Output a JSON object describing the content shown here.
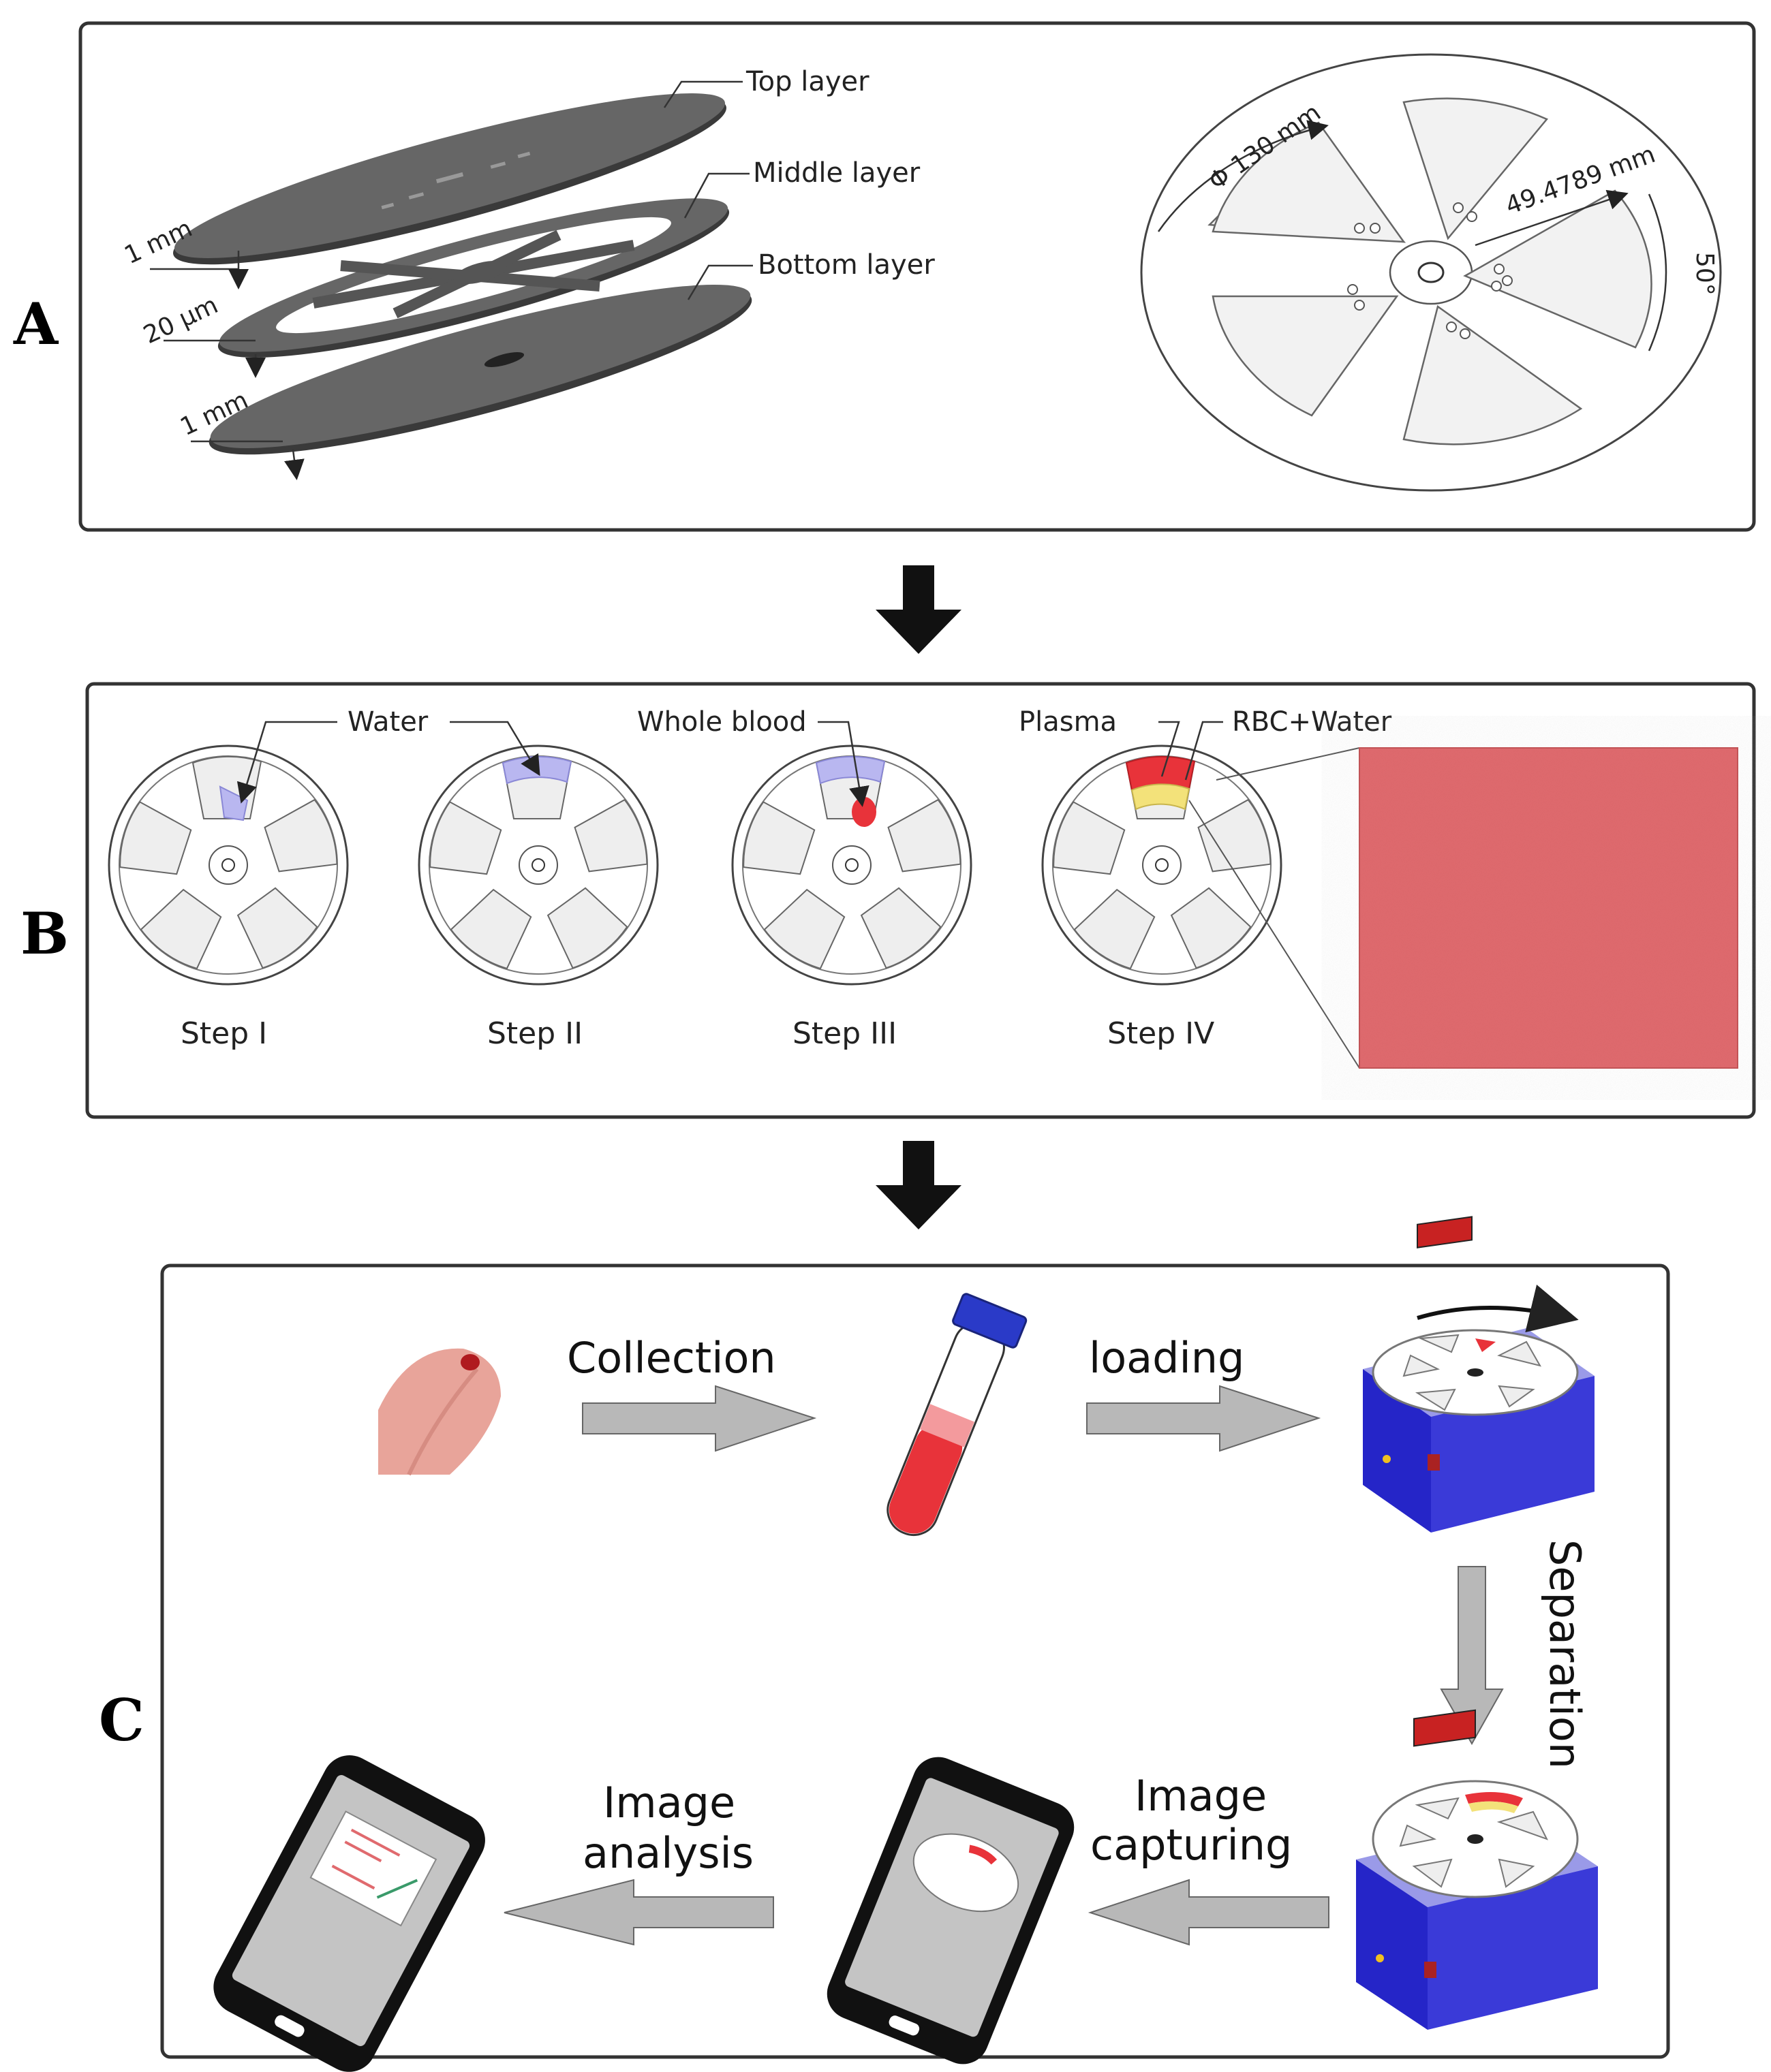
{
  "panels": {
    "a": {
      "letter": "A"
    },
    "b": {
      "letter": "B"
    },
    "c": {
      "letter": "C"
    }
  },
  "layers": {
    "top": "Top layer",
    "middle": "Middle layer",
    "bottom": "Bottom layer",
    "dim_top": "1 mm",
    "dim_middle": "20 µm",
    "dim_bottom": "1 mm"
  },
  "disk": {
    "diameter": "Φ 130 mm",
    "radius": "49.4789 mm",
    "angle": "50°"
  },
  "steps": {
    "water": "Water",
    "whole_blood": "Whole blood",
    "plasma": "Plasma",
    "rbc_water": "RBC+Water",
    "labels": [
      "Step I",
      "Step II",
      "Step III",
      "Step IV"
    ]
  },
  "flow": {
    "collection": "Collection",
    "loading": "loading",
    "separation": "Separation",
    "image_capturing_1": "Image",
    "image_capturing_2": "capturing",
    "image_analysis_1": "Image",
    "image_analysis_2": "analysis"
  },
  "colors": {
    "water": "#b9b7f0",
    "blood": "#e8333a",
    "plasma": "#f3e27a",
    "micro": "#e06a6e",
    "device": "#3a3ad8",
    "cap": "#2a3ac8"
  }
}
